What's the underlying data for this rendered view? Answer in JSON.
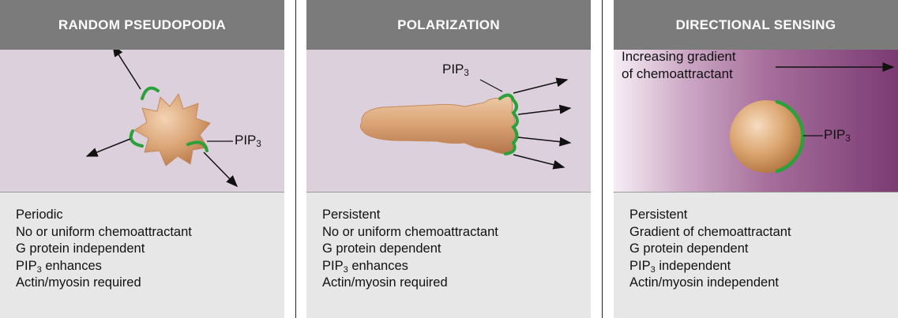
{
  "panels": [
    {
      "title": "RANDOM PSEUDOPODIA",
      "label_base": "PIP",
      "label_sub": "3",
      "lines": [
        {
          "text": "Periodic"
        },
        {
          "text": "No or uniform chemoattractant"
        },
        {
          "text": "G protein independent"
        },
        {
          "pre": "PIP",
          "sub": "3",
          "post": " enhances"
        },
        {
          "text": "Actin/myosin required"
        }
      ]
    },
    {
      "title": "POLARIZATION",
      "label_base": "PIP",
      "label_sub": "3",
      "lines": [
        {
          "text": "Persistent"
        },
        {
          "text": "No or uniform chemoattractant"
        },
        {
          "text": "G protein dependent"
        },
        {
          "pre": "PIP",
          "sub": "3",
          "post": " enhances"
        },
        {
          "text": "Actin/myosin required"
        }
      ]
    },
    {
      "title": "DIRECTIONAL SENSING",
      "label_base": "PIP",
      "label_sub": "3",
      "gradient_line1": "Increasing gradient",
      "gradient_line2": "of chemoattractant",
      "lines": [
        {
          "text": "Persistent"
        },
        {
          "text": "Gradient of chemoattractant"
        },
        {
          "text": "G protein dependent"
        },
        {
          "pre": "PIP",
          "sub": "3",
          "post": " independent"
        },
        {
          "text": "Actin/myosin independent"
        }
      ]
    }
  ],
  "colors": {
    "header_bg": "#7c7b7c",
    "scene_bg": "#ddd0dd",
    "gradient_end": "#7b3b73",
    "info_bg": "#e7e7e7",
    "pip3_green": "#2aa13a",
    "cell": "#d9a273"
  }
}
